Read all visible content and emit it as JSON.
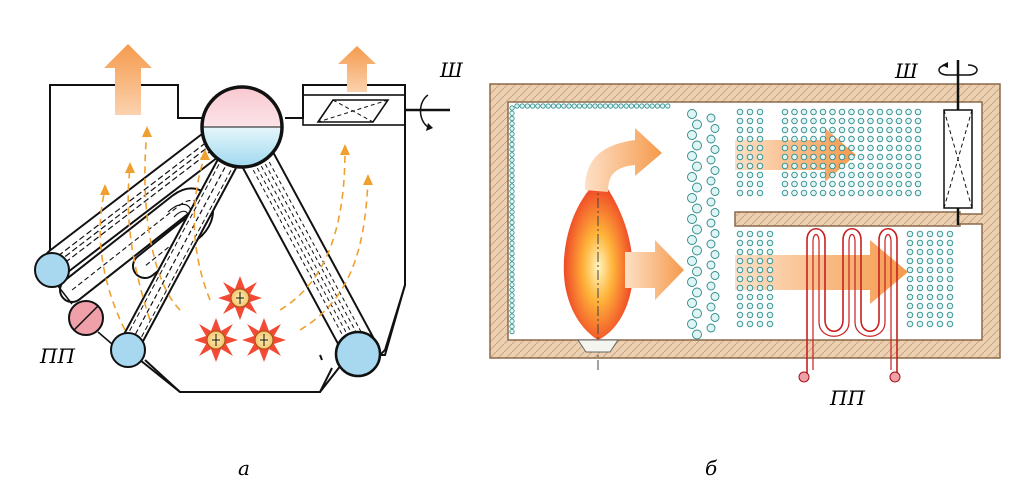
{
  "diagram_a": {
    "superheater_label": "ПП",
    "damper_label": "Ш",
    "caption": "а"
  },
  "diagram_b": {
    "damper_label": "Ш",
    "superheater_label": "ПП",
    "caption": "б"
  },
  "colors": {
    "arrow_orange": "#f5a05a",
    "dashed_orange": "#f0a030",
    "collector_blue": "#a8d8f0",
    "superheater_pink": "#f0a0a8",
    "brick": "#e8c8a8",
    "coil_red": "#c82020",
    "tube_teal": "#e0f4f4"
  }
}
